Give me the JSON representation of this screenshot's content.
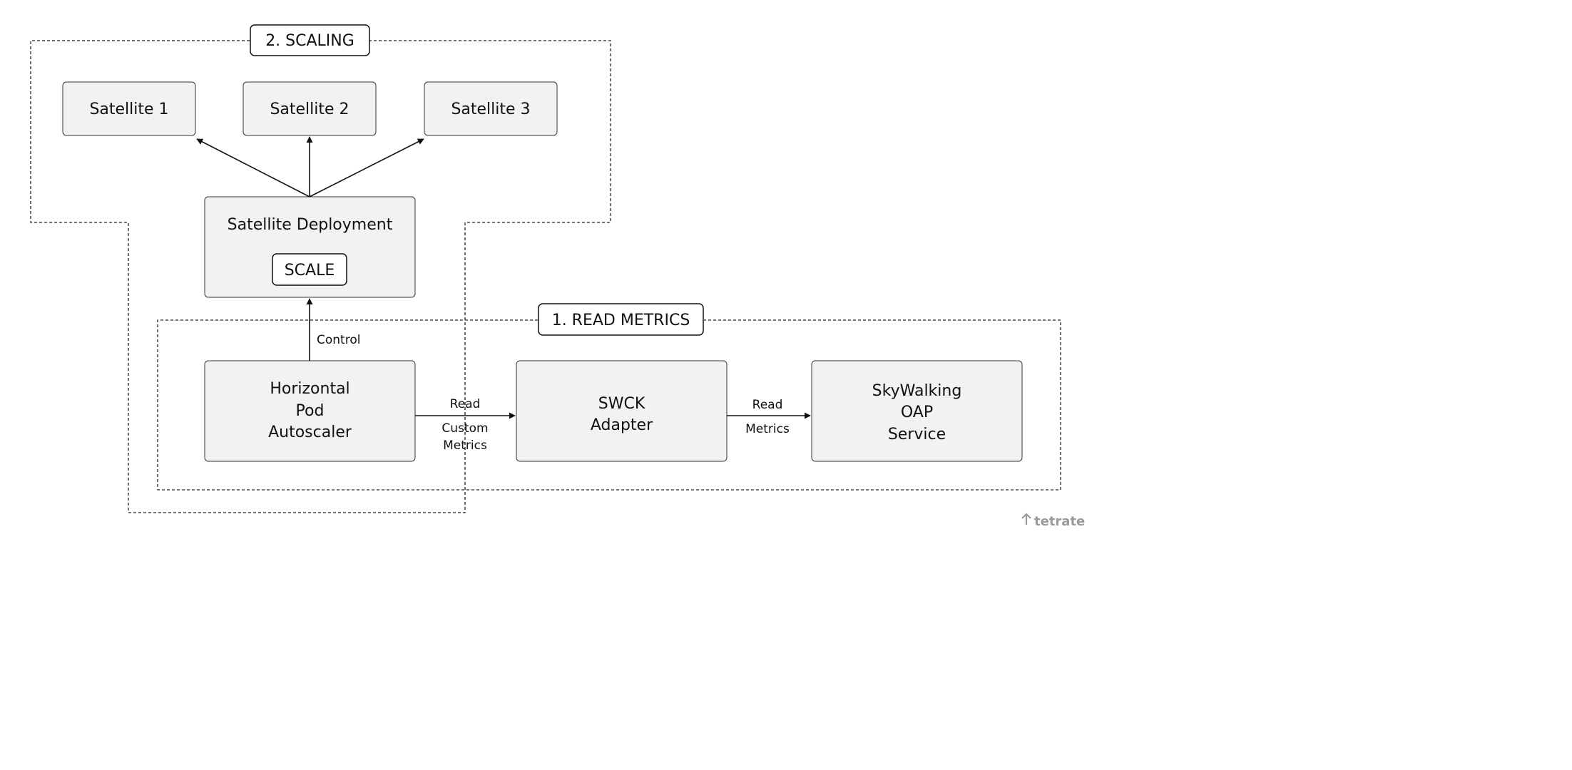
{
  "regions": {
    "scaling": {
      "label": "2. SCALING"
    },
    "read_metrics": {
      "label": "1. READ METRICS"
    }
  },
  "nodes": {
    "satellite_1": {
      "label": "Satellite 1"
    },
    "satellite_2": {
      "label": "Satellite 2"
    },
    "satellite_3": {
      "label": "Satellite 3"
    },
    "satellite_deployment": {
      "label": "Satellite Deployment",
      "tag": "SCALE"
    },
    "hpa": {
      "line1": "Horizontal",
      "line2": "Pod",
      "line3": "Autoscaler"
    },
    "swck": {
      "line1": "SWCK",
      "line2": "Adapter"
    },
    "oap": {
      "line1": "SkyWalking",
      "line2": "OAP",
      "line3": "Service"
    }
  },
  "edges": {
    "control": {
      "label": "Control"
    },
    "read_custom": {
      "line1": "Read",
      "line2": "Custom",
      "line3": "Metrics"
    },
    "read_metrics": {
      "line1": "Read",
      "line2": "Metrics"
    }
  },
  "brand": {
    "text": "tetrate"
  },
  "colors": {
    "node_fill": "#f2f2f2",
    "stroke": "#111111",
    "brand": "#9a9a9a"
  }
}
